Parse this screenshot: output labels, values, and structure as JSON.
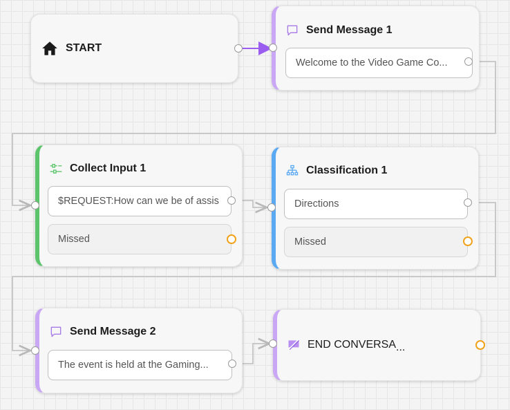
{
  "start": {
    "label": "START",
    "icon": "home-icon"
  },
  "send_message_1": {
    "title": "Send Message 1",
    "icon": "chat-bubble-icon",
    "message": "Welcome to the Video Game Co..."
  },
  "collect_input_1": {
    "title": "Collect Input 1",
    "icon": "input-collect-icon",
    "request": "$REQUEST:How can we be of assis",
    "missed": "Missed"
  },
  "classification_1": {
    "title": "Classification 1",
    "icon": "hierarchy-icon",
    "option": "Directions",
    "missed": "Missed"
  },
  "send_message_2": {
    "title": "Send Message 2",
    "icon": "chat-bubble-icon",
    "message": "The event is held at the Gaming..."
  },
  "end_conversation": {
    "label": "END CONVERSA",
    "ellipsis": "...",
    "icon": "end-chat-icon"
  },
  "colors": {
    "message_accent": "#c9a7f5",
    "input_accent": "#5cc46a",
    "classification_accent": "#5aa9f2",
    "missed_handle": "#f0a21a",
    "active_edge": "#9b5cf0",
    "edge": "#c4c4c4"
  }
}
